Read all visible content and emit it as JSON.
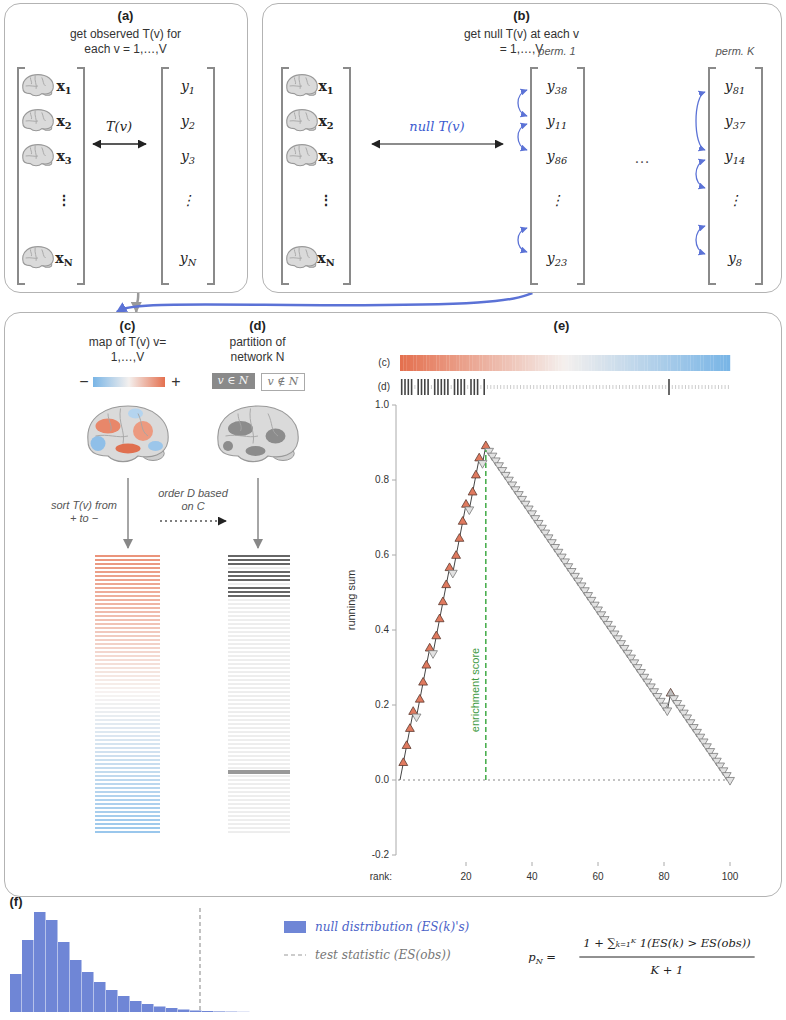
{
  "diagram": {
    "nodes": [
      {
        "text": [
          "(a)",
          "get observed T(v) for each v = 1,…,V"
        ]
      },
      {
        "text": [
          "(b)",
          "get null T(v) at each v = 1,…,V"
        ]
      },
      {
        "text": [
          "(c)",
          "map of T(v) v= 1,…,V",
          "(d)",
          "partition of network N",
          "(e)"
        ]
      },
      {
        "text": [
          "v ∈ N"
        ],
        "in": 2
      },
      {
        "text": [
          "v ∉ N"
        ],
        "in": 2
      }
    ],
    "edges": [
      {
        "from": 0,
        "to": 2,
        "arrow": "to"
      },
      {
        "from": 1,
        "to": 2,
        "arrow": "to"
      }
    ],
    "labels": [
      "x1",
      "x2",
      "x3",
      "⋮",
      "xN",
      "T(v)",
      "y1",
      "y2",
      "y3",
      "⋮",
      "yN",
      "x1",
      "x2",
      "x3",
      "⋮",
      "xN",
      "null T(v)",
      "perm. 1",
      "y38",
      "y11",
      "y86",
      "⋮",
      "y23",
      "…",
      "perm. K",
      "y81",
      "y37",
      "y14",
      "⋮",
      "y8",
      "−",
      "+",
      "sort T(v) from + to −",
      "order D based on C",
      "(c)",
      "(d)",
      "running sum",
      "1.0",
      "0.8",
      "0.6",
      "0.4",
      "0.2",
      "0.0",
      "-0.2",
      "rank:",
      "20",
      "40",
      "60",
      "80",
      "100",
      "enrichment score",
      "(f)",
      "pN =",
      "1 + ∑ₖ₌₁ᴷ 1(ES(k) > ES(obs))",
      "K + 1"
    ],
    "legend": [
      {
        "text": "null distribution (ES(k)'s)",
        "color": "#6f86d6"
      },
      {
        "text": "test statistic (ES(obs))"
      }
    ]
  }
}
